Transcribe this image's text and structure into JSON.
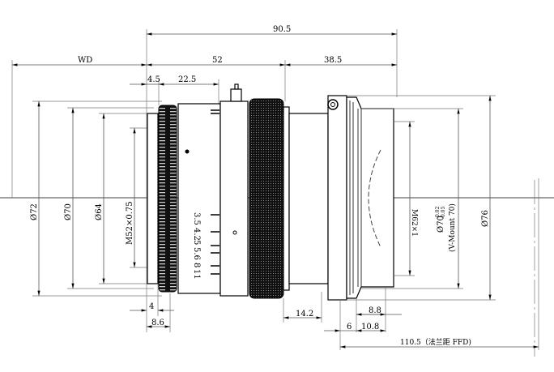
{
  "drawing": {
    "title": "Lens outline dimension drawing",
    "top_dims": {
      "overall": "90.5",
      "wd": "WD",
      "front": "52",
      "rear": "38.5",
      "hood": "4.5",
      "focus": "22.5"
    },
    "left_dims": {
      "d72": "Ø72",
      "d70": "Ø70",
      "d64": "Ø64",
      "filter_thread": "M52×0.75"
    },
    "right_dims": {
      "mount_thread": "M62×1",
      "mount_dia": "Ø70",
      "tol_upper": "-0.02",
      "tol_lower": "-0.05",
      "mount_name": "(V-Mount 70)",
      "d76": "Ø76"
    },
    "bottom_dims": {
      "d4": "4",
      "d86": "8.6",
      "d142": "14.2",
      "d88": "8.8",
      "d6": "6",
      "d108": "10.8",
      "ffd": "110.5（法兰距 FFD)"
    },
    "aperture_scale": [
      "3.5",
      "4.2",
      "5",
      "5.6",
      "8",
      "11"
    ]
  }
}
